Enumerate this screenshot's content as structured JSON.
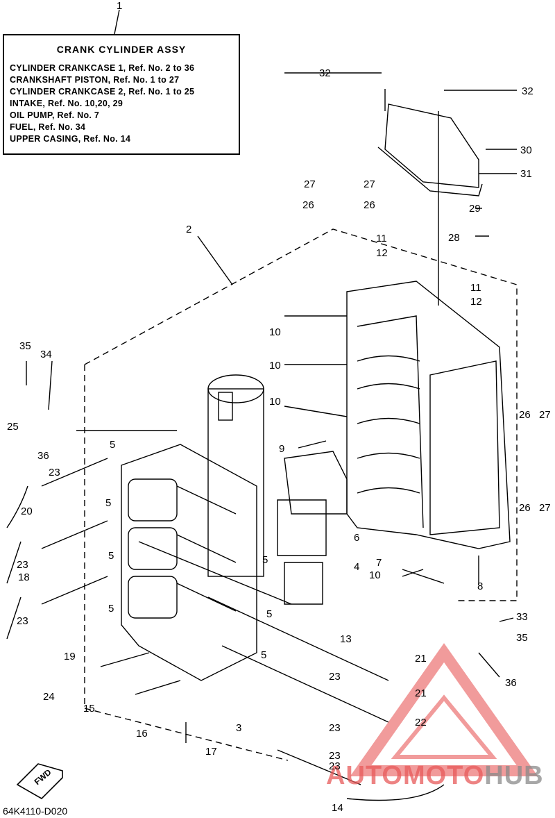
{
  "legend": {
    "title": "CRANK CYLINDER ASSY",
    "lines": [
      "CYLINDER CRANKCASE 1,  Ref. No. 2 to 36",
      "CRANKSHAFT PISTON,  Ref. No. 1 to 27",
      "CYLINDER CRANKCASE 2,  Ref. No. 1 to 25",
      "INTAKE,  Ref. No. 10,20, 29",
      "OIL PUMP,  Ref. No. 7",
      "FUEL,  Ref. No. 34",
      "UPPER CASING,  Ref. No. 14"
    ]
  },
  "callouts": [
    "1",
    "2",
    "3",
    "4",
    "5",
    "5",
    "5",
    "5",
    "5",
    "5",
    "5",
    "6",
    "7",
    "8",
    "9",
    "10",
    "10",
    "10",
    "10",
    "11",
    "11",
    "12",
    "12",
    "13",
    "14",
    "15",
    "16",
    "17",
    "18",
    "19",
    "20",
    "21",
    "21",
    "22",
    "23",
    "23",
    "23",
    "23",
    "23",
    "23",
    "23",
    "24",
    "25",
    "26",
    "26",
    "26",
    "26",
    "27",
    "27",
    "27",
    "27",
    "28",
    "29",
    "30",
    "31",
    "32",
    "32",
    "33",
    "35",
    "35",
    "36",
    "36",
    "34"
  ],
  "fwd_label": "FWD",
  "part_code": "64K4110-D020",
  "watermark": {
    "part1": "AUTOMOTO",
    "part2": "HUB"
  },
  "colors": {
    "line": "#000000",
    "watermark_red": "#e85a5a",
    "watermark_gray": "#8a8a8a"
  }
}
